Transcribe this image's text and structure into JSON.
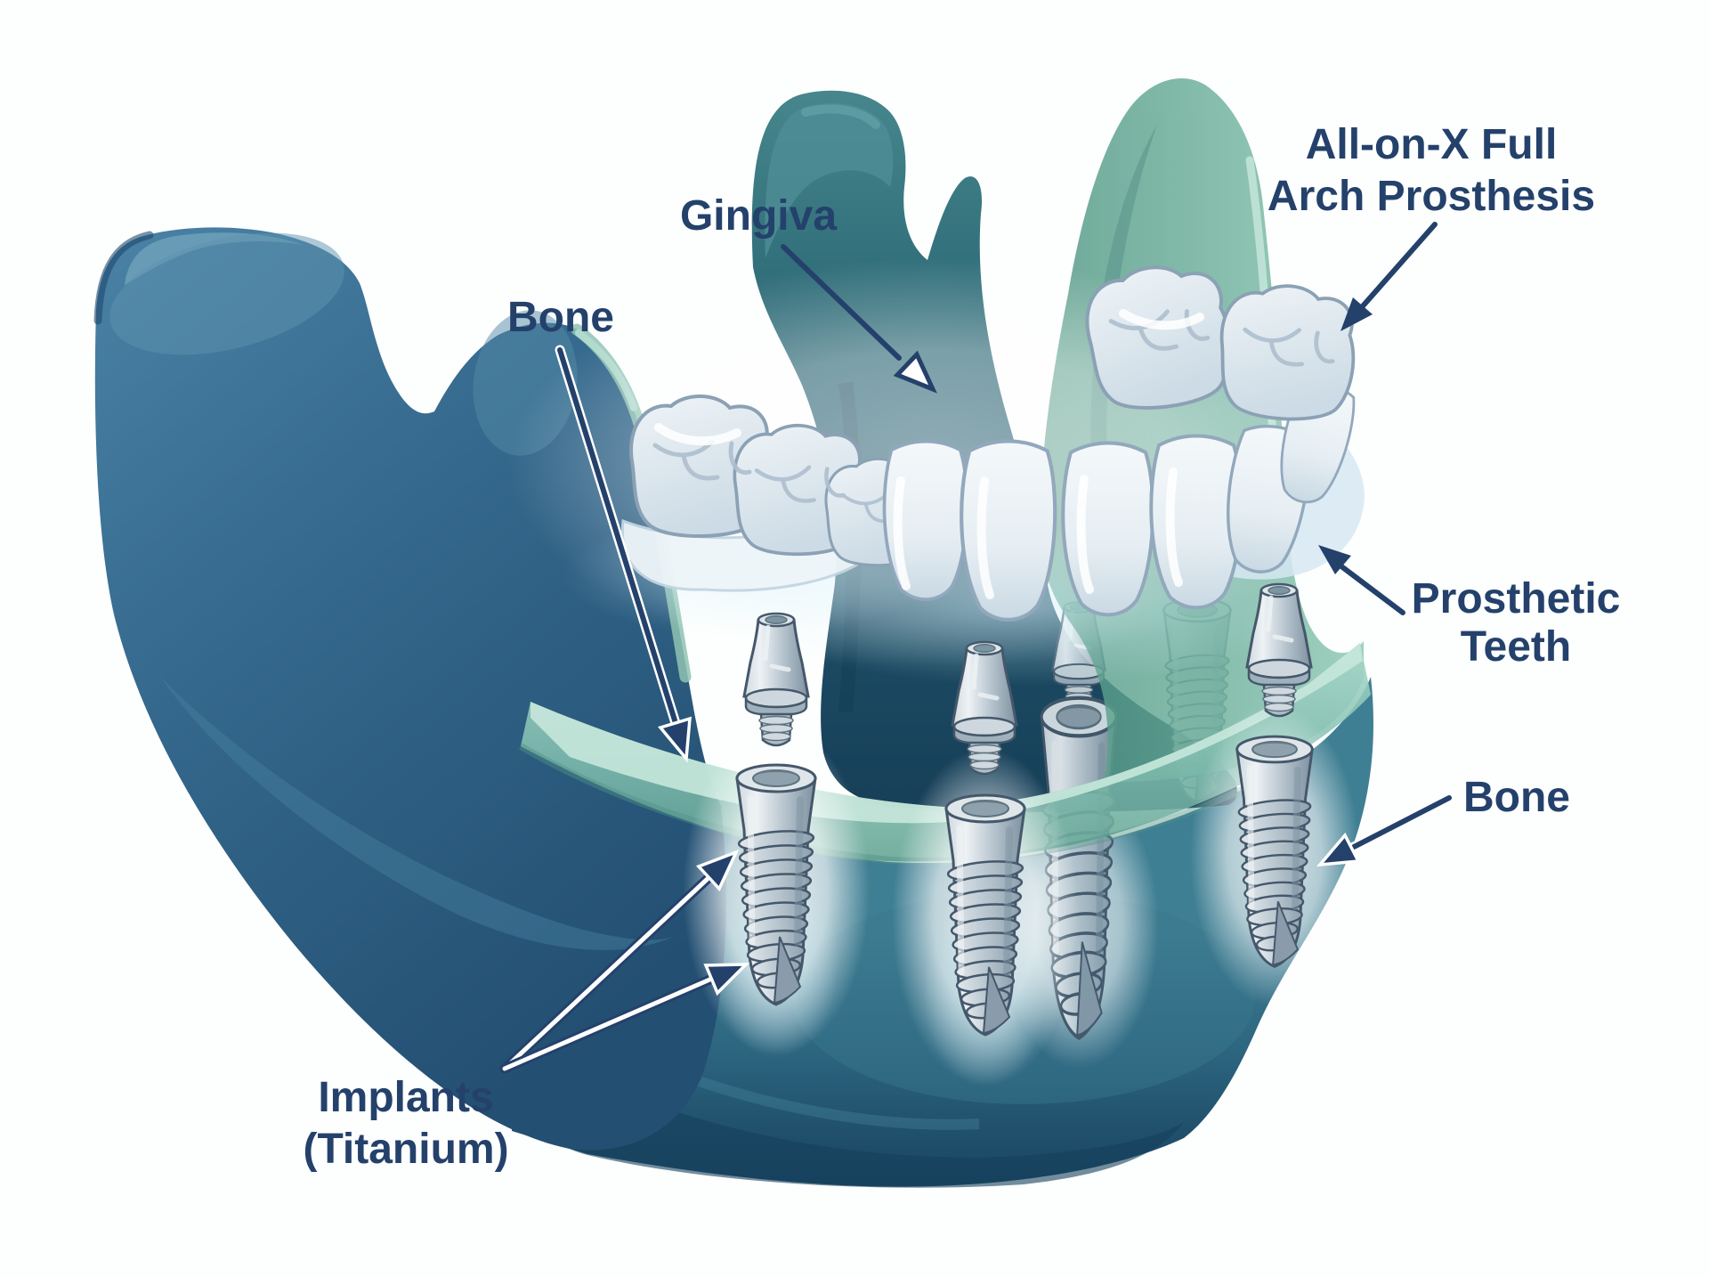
{
  "labels": {
    "gingiva": "Gingiva",
    "bone_left": "Bone",
    "prosthesis_line1": "All-on-X Full",
    "prosthesis_line2": "Arch Prosthesis",
    "prosthetic_teeth_line1": "Prosthetic",
    "prosthetic_teeth_line2": "Teeth",
    "bone_right": "Bone",
    "implants_line1": "Implants",
    "implants_line2": "(Titanium)"
  },
  "colors": {
    "background": "#ffffff",
    "label_text": "#24416b",
    "arrow": "#24416b",
    "mandible_body": "#34688c",
    "bone_ridge": "#2d6680",
    "ramus_dark": "#1d4e66",
    "gingiva_band": "#74b2a3",
    "gingiva_light": "#c6e7dc",
    "tooth_fill": "#e9f1f5",
    "tooth_outline": "#8ba1b5",
    "implant_metal": "#c9d3d9",
    "implant_outline": "#45586b",
    "glow": "#ffffff"
  },
  "parts": {
    "implants_in_bone": 4,
    "floating_abutments": 3,
    "prosthetic_teeth_visible": 11
  }
}
